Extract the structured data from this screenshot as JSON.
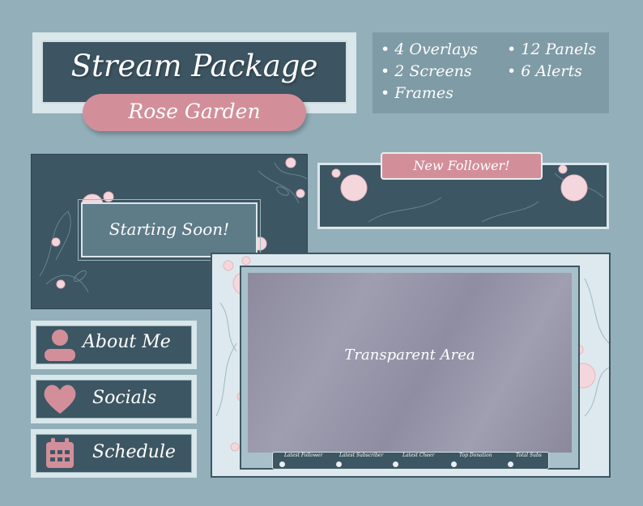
{
  "title": {
    "main": "Stream Package",
    "subtitle": "Rose Garden"
  },
  "features": [
    "• 4 Overlays",
    "• 12 Panels",
    "• 2 Screens",
    "• 6 Alerts",
    "• Frames"
  ],
  "screens": {
    "starting": "Starting Soon!"
  },
  "alerts": {
    "follower": "New Follower!"
  },
  "panels": [
    {
      "label": "About Me",
      "icon": "person-icon"
    },
    {
      "label": "Socials",
      "icon": "heart-icon"
    },
    {
      "label": "Schedule",
      "icon": "calendar-icon"
    }
  ],
  "overlay": {
    "center_text": "Transparent Area",
    "info_bar": [
      "Latest Follower",
      "Latest Subscriber",
      "Latest Cheer",
      "Top Donation",
      "Total Subs"
    ]
  },
  "colors": {
    "background": "#93afba",
    "teal_dark": "#3d5663",
    "rose": "#d28f9a",
    "light": "#d9e6ea"
  }
}
